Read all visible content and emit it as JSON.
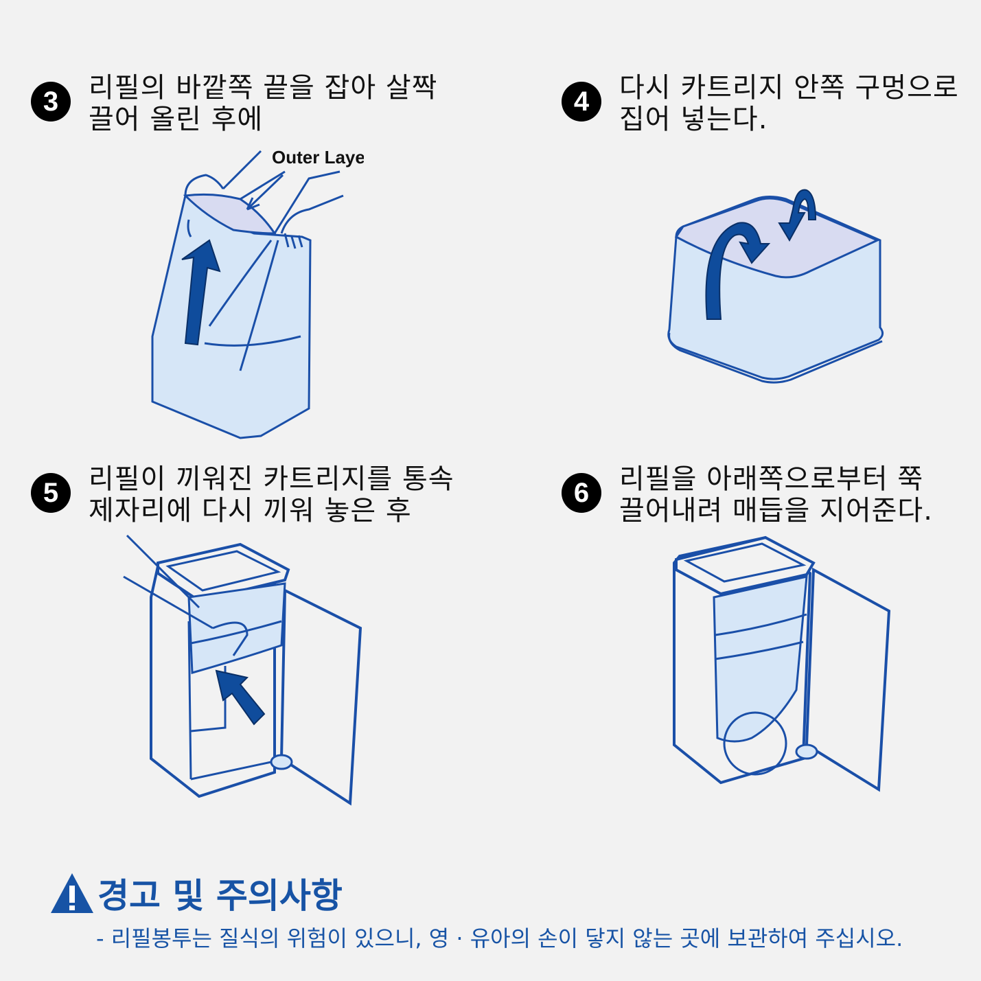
{
  "steps": [
    {
      "number": "3",
      "lines": [
        "리필의 바깥쪽 끝을 잡아 살짝",
        "끌어 올린 후에"
      ],
      "annotation": "Outer Layer"
    },
    {
      "number": "4",
      "lines": [
        "다시 카트리지 안쪽 구멍으로",
        "집어 넣는다."
      ]
    },
    {
      "number": "5",
      "lines": [
        "리필이 끼워진 카트리지를 통속",
        "제자리에 다시 끼워 놓은 후"
      ]
    },
    {
      "number": "6",
      "lines": [
        "리필을 아래쪽으로부터 쭉",
        "끌어내려 매듭을 지어준다."
      ]
    }
  ],
  "warning": {
    "icon": "warning-triangle-icon",
    "title": "경고 및 주의사항",
    "text": "- 리필봉투는 질식의 위험이 있으니, 영 · 유아의 손이 닿지 않는 곳에 보관하여 주십시오."
  },
  "colors": {
    "line": "#1a4fa8",
    "fill": "#d6e6f7",
    "lid": "#d8dbf1",
    "arrow": "#0f4c9c",
    "warning": "#1753a5"
  }
}
